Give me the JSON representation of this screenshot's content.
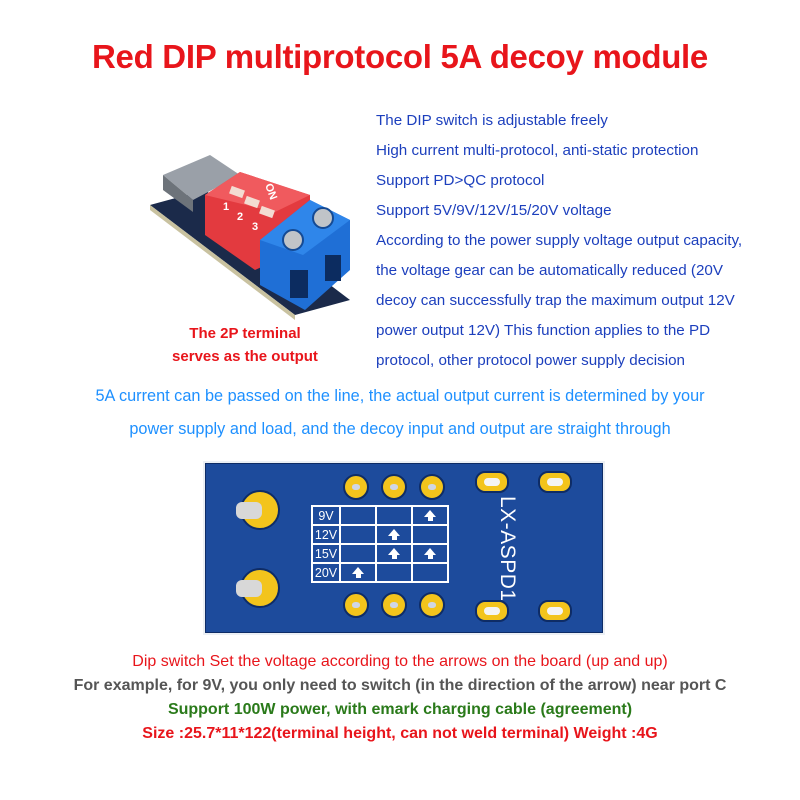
{
  "title": "Red DIP multiprotocol 5A decoy module",
  "features": [
    "The DIP switch is adjustable freely",
    "High current multi-protocol, anti-static protection",
    "Support PD>QC protocol",
    "Support 5V/9V/12V/15/20V voltage",
    "According to the power supply voltage output capacity,",
    "the voltage gear can be automatically reduced (20V",
    "decoy can successfully trap the maximum output 12V",
    "power output 12V) This function applies to the PD",
    "protocol, other protocol power supply decision"
  ],
  "product_image": {
    "caption_line1": "The 2P terminal",
    "caption_line2": "serves as the output",
    "switch_on_label": "ON",
    "switch_numbers": [
      "1",
      "2",
      "3"
    ]
  },
  "note": {
    "line1": "5A current can be passed on the line, the actual output current is determined by your",
    "line2": "power supply and load, and the decoy input and output are straight through"
  },
  "board": {
    "silkscreen": "LX-ASPD1",
    "voltage_table": [
      {
        "label": "9V",
        "arrows": [
          false,
          false,
          true
        ]
      },
      {
        "label": "12V",
        "arrows": [
          false,
          true,
          false
        ]
      },
      {
        "label": "15V",
        "arrows": [
          false,
          true,
          true
        ]
      },
      {
        "label": "20V",
        "arrows": [
          true,
          false,
          false
        ]
      }
    ]
  },
  "bottom": {
    "line1": "Dip switch Set the voltage according to the arrows on the board (up and up)",
    "line2": "For example, for 9V, you only need to switch (in the direction of the arrow) near port C",
    "line3": "Support 100W power, with emark charging cable (agreement)",
    "line4": "Size :25.7*11*122(terminal height, can not weld terminal) Weight :4G"
  },
  "colors": {
    "title": "#e8151b",
    "features": "#1c3fbd",
    "note": "#1e90ff",
    "gray": "#555555",
    "green": "#2a7a1a",
    "board": "#1d4b9c"
  }
}
